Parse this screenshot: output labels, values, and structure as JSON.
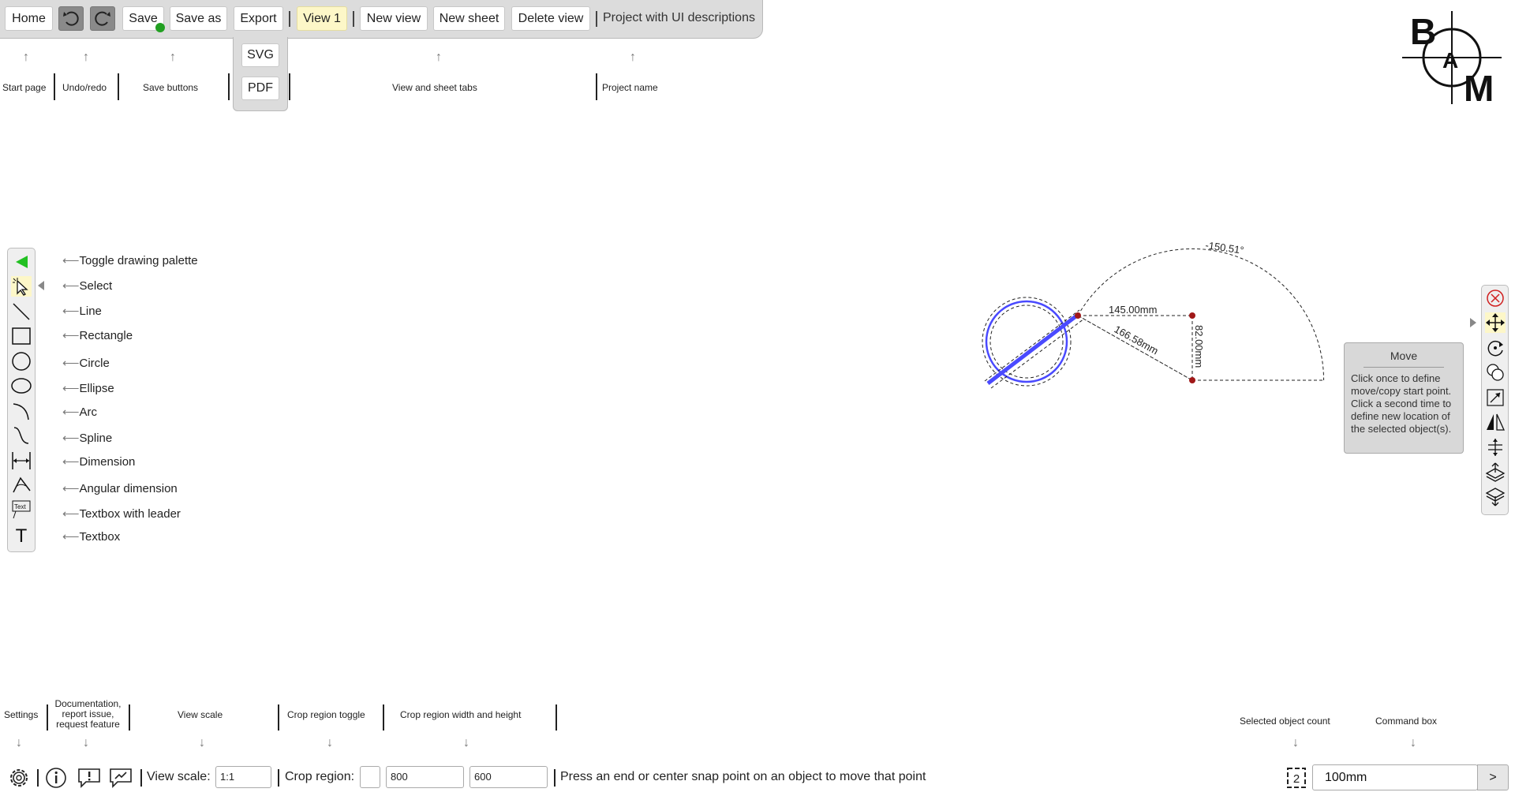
{
  "toolbar": {
    "home": "Home",
    "save": "Save",
    "save_as": "Save as",
    "export": "Export",
    "view_tab": "View 1",
    "new_view": "New view",
    "new_sheet": "New sheet",
    "delete_view": "Delete view",
    "project_name": "Project with UI descriptions",
    "undo_icon": "undo-icon",
    "redo_icon": "redo-icon"
  },
  "export_menu": {
    "svg": "SVG",
    "pdf": "PDF"
  },
  "top_annotations": {
    "start_page": "Start page",
    "undo_redo": "Undo/redo",
    "save_buttons": "Save buttons",
    "tabs": "View and sheet tabs",
    "project_name": "Project name"
  },
  "logo": {
    "letters": [
      "B",
      "A",
      "M"
    ]
  },
  "palette": {
    "items": [
      {
        "label": "Toggle drawing palette",
        "icon": "triangle-left-icon"
      },
      {
        "label": "Select",
        "icon": "select-cursor-icon"
      },
      {
        "label": "Line",
        "icon": "line-icon"
      },
      {
        "label": "Rectangle",
        "icon": "rectangle-icon"
      },
      {
        "label": "Circle",
        "icon": "circle-icon"
      },
      {
        "label": "Ellipse",
        "icon": "ellipse-icon"
      },
      {
        "label": "Arc",
        "icon": "arc-icon"
      },
      {
        "label": "Spline",
        "icon": "spline-icon"
      },
      {
        "label": "Dimension",
        "icon": "dimension-icon"
      },
      {
        "label": "Angular dimension",
        "icon": "angular-dimension-icon"
      },
      {
        "label": "Textbox with leader",
        "icon": "textbox-leader-icon"
      },
      {
        "label": "Textbox",
        "icon": "textbox-icon"
      }
    ],
    "text_icon_label": "Text",
    "textbox_glyph": "T"
  },
  "drawing": {
    "dim_horizontal": "145.00mm",
    "dim_diagonal": "166.58mm",
    "dim_vertical": "82.00mm",
    "dim_angle": "-150.51°"
  },
  "tooltip": {
    "title": "Move",
    "body": "Click once to define move/copy start point. Click a second time to define new location of the selected object(s)."
  },
  "right_tools": [
    "close-icon",
    "move-icon",
    "rotate-icon",
    "copy-icon",
    "scale-icon",
    "mirror-icon",
    "offset-icon",
    "layer-up-icon",
    "layer-down-icon"
  ],
  "bottom_annotations": {
    "settings": "Settings",
    "docs": "Documentation,\nreport issue,\nrequest feature",
    "view_scale": "View scale",
    "crop_toggle": "Crop region toggle",
    "crop_size": "Crop region width and height",
    "selected_count": "Selected object count",
    "command_box": "Command box"
  },
  "bottom_bar": {
    "view_scale_label": "View scale:",
    "view_scale_value": "1:1",
    "crop_label": "Crop region:",
    "crop_width": "800",
    "crop_height": "600",
    "status": "Press an end or center snap point on an object to move that point",
    "selected_count": "2",
    "command_value": "100mm",
    "command_go": ">"
  },
  "colors": {
    "accent_yellow": "#fdf7c8",
    "selection_blue": "#4a4aff",
    "snap_red": "#a01818",
    "save_dot": "#22a022"
  }
}
